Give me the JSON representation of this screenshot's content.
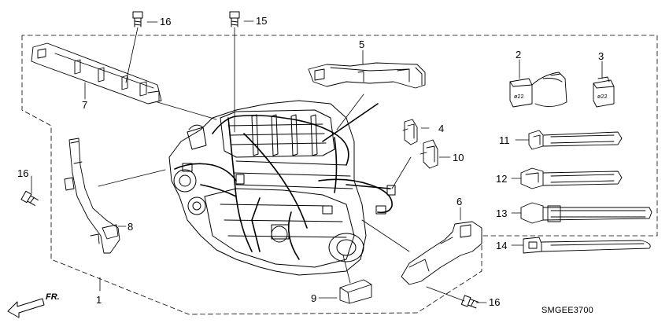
{
  "callouts": {
    "c1": "1",
    "c2": "2",
    "c3": "3",
    "c4": "4",
    "c5": "5",
    "c6": "6",
    "c7": "7",
    "c8": "8",
    "c9": "9",
    "c10": "10",
    "c11": "11",
    "c12": "12",
    "c13": "13",
    "c14": "14",
    "c15": "15",
    "c16a": "16",
    "c16b": "16",
    "c16c": "16"
  },
  "direction_label": "FR.",
  "diagram_code": "SMGEE3700",
  "connector_marks": {
    "part2": "ø22",
    "part3": "ø22"
  },
  "icons": [
    "front-direction-arrow-icon",
    "bolt-icon",
    "clamp-icon",
    "tie-band-icon"
  ]
}
